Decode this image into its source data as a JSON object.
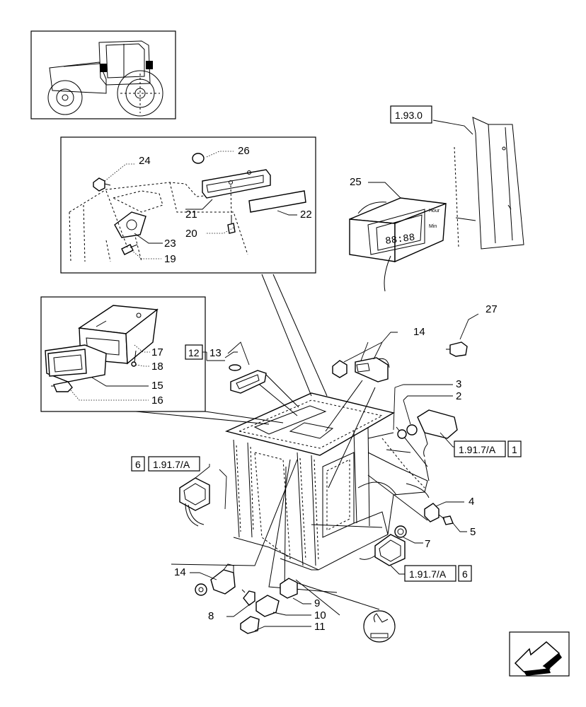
{
  "diagram": {
    "part_numbers": [
      "1",
      "2",
      "3",
      "4",
      "5",
      "6",
      "7",
      "8",
      "9",
      "10",
      "11",
      "12",
      "13",
      "14",
      "14",
      "15",
      "16",
      "17",
      "18",
      "19",
      "20",
      "21",
      "22",
      "23",
      "24",
      "25",
      "26",
      "27"
    ],
    "references": [
      {
        "code": "1.93.0"
      },
      {
        "code": "1.91.7/A",
        "index": "1"
      },
      {
        "code": "1.91.7/A",
        "index": "6"
      },
      {
        "code": "1.91.7/A",
        "index": "6"
      }
    ],
    "clock_display": "88:88",
    "clock_button_top": "Hour",
    "clock_button_bottom": "Min"
  }
}
